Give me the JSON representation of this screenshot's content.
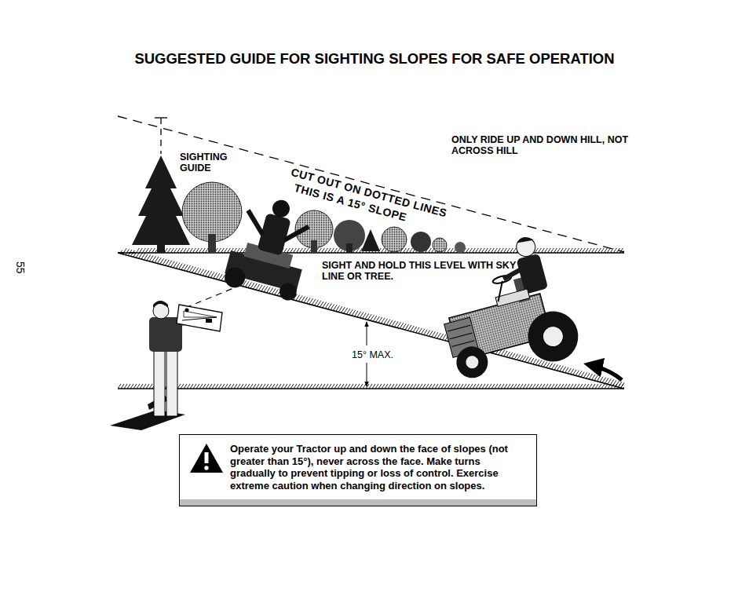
{
  "diagram": {
    "title": "SUGGESTED GUIDE FOR SIGHTING SLOPES FOR SAFE OPERATION",
    "nodes": [
      {
        "text": [
          "Operate your Tractor up and down the face of slopes (not greater than 15°), never across the face. Make turns gradually to prevent tipping or loss of control. Exercise extreme caution when changing direction on slopes."
        ]
      }
    ],
    "edges": [],
    "labels": [
      "SIGHTING GUIDE",
      "CUT OUT ON DOTTED LINES",
      "THIS IS A 15° SLOPE",
      "ONLY RIDE UP AND DOWN HILL, NOT ACROSS HILL",
      "SIGHT AND HOLD THIS LEVEL WITH SKY LINE OR TREE.",
      "15° MAX.",
      "55"
    ]
  }
}
